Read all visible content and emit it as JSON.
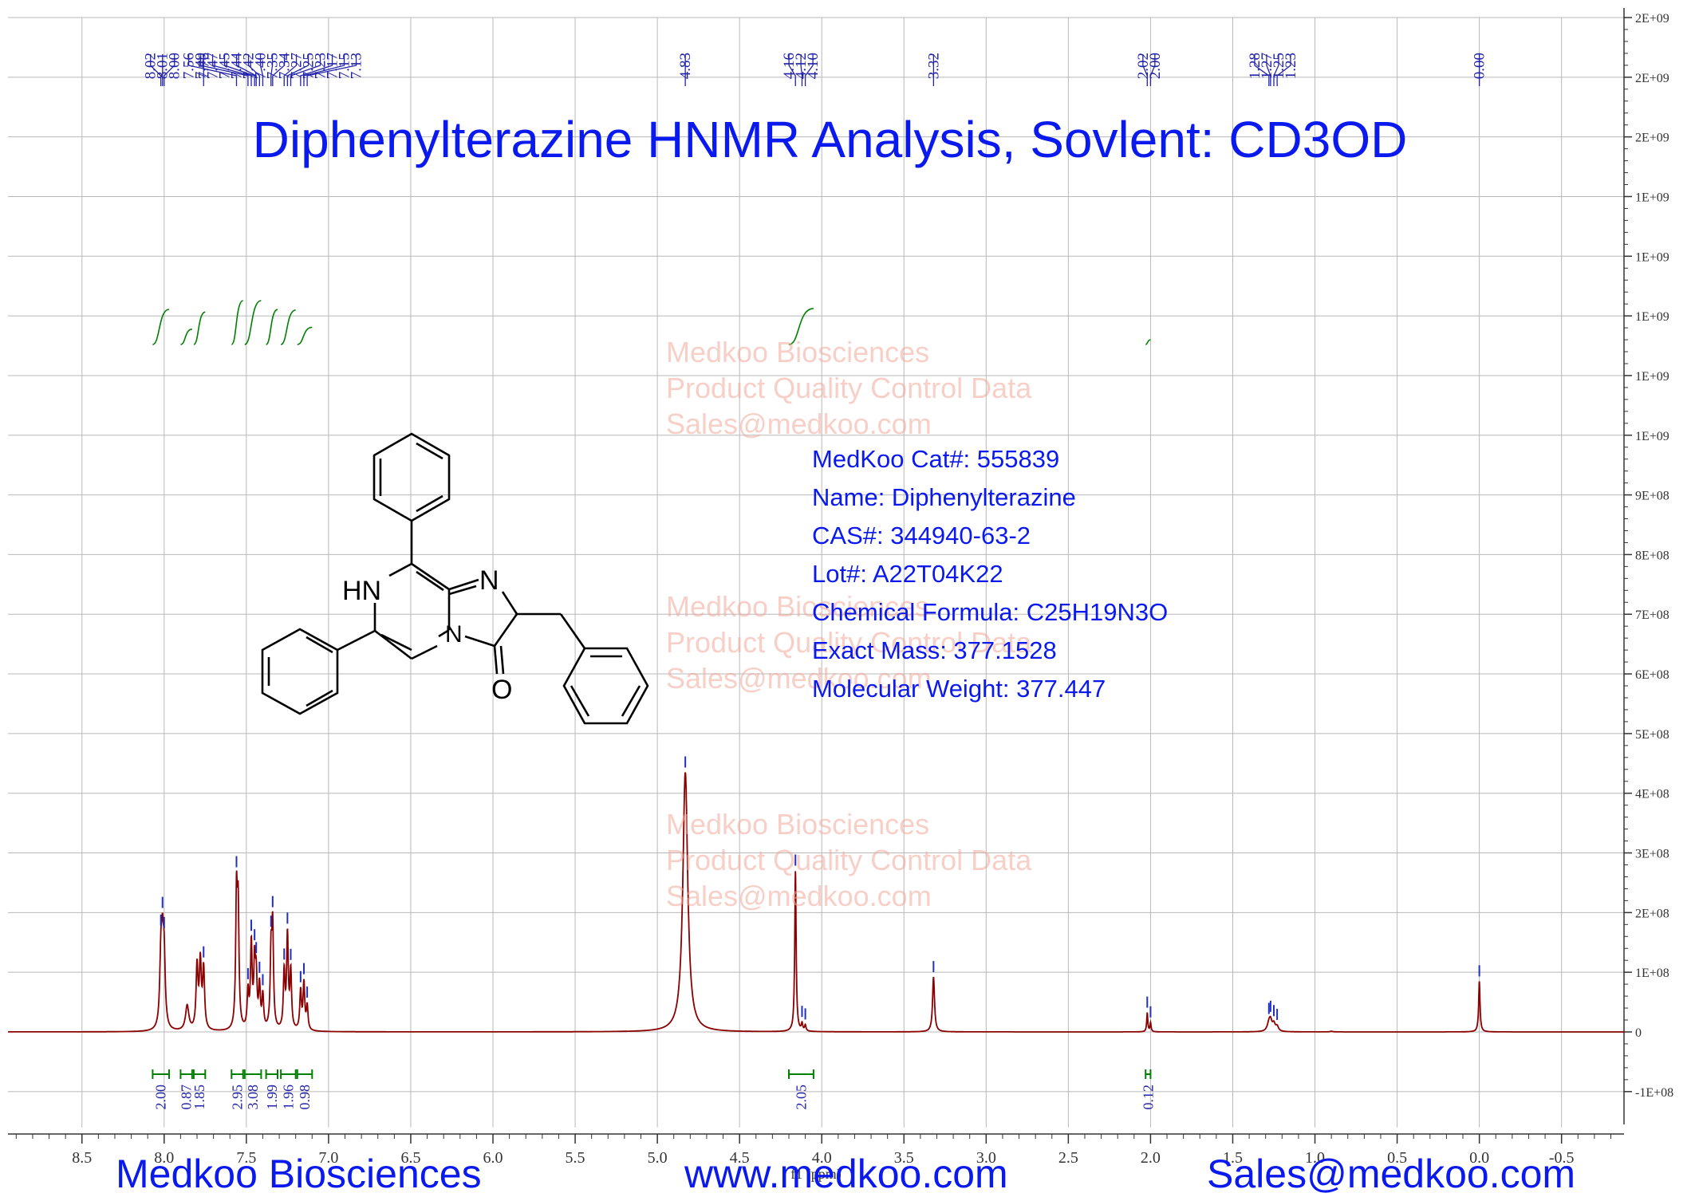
{
  "chart_data": {
    "type": "line",
    "title": "Diphenylterazine HNMR Analysis, Sovlent: CD3OD",
    "xlabel": "f1 (ppm)",
    "ylabel": "",
    "xlim": [
      8.95,
      -0.88
    ],
    "ylim": [
      -160000000.0,
      1700000000.0
    ],
    "grid": true,
    "x_ticks": [
      "8.5",
      "8.0",
      "7.5",
      "7.0",
      "6.5",
      "6.0",
      "5.5",
      "5.0",
      "4.5",
      "4.0",
      "3.5",
      "3.0",
      "2.5",
      "2.0",
      "1.5",
      "1.0",
      "0.5",
      "0.0",
      "-0.5"
    ],
    "y_ticks": [
      {
        "value": 1700000000.0,
        "label": "2E+09"
      },
      {
        "value": 1600000000.0,
        "label": "2E+09"
      },
      {
        "value": 1500000000.0,
        "label": "2E+09"
      },
      {
        "value": 1400000000.0,
        "label": "1E+09"
      },
      {
        "value": 1300000000.0,
        "label": "1E+09"
      },
      {
        "value": 1200000000.0,
        "label": "1E+09"
      },
      {
        "value": 1100000000.0,
        "label": "1E+09"
      },
      {
        "value": 1000000000.0,
        "label": "1E+09"
      },
      {
        "value": 900000000.0,
        "label": "9E+08"
      },
      {
        "value": 800000000.0,
        "label": "8E+08"
      },
      {
        "value": 700000000.0,
        "label": "7E+08"
      },
      {
        "value": 600000000.0,
        "label": "6E+08"
      },
      {
        "value": 500000000.0,
        "label": "5E+08"
      },
      {
        "value": 400000000.0,
        "label": "4E+08"
      },
      {
        "value": 300000000.0,
        "label": "3E+08"
      },
      {
        "value": 200000000.0,
        "label": "2E+08"
      },
      {
        "value": 100000000.0,
        "label": "1E+08"
      },
      {
        "value": 0,
        "label": "0"
      },
      {
        "value": -100000000.0,
        "label": "-1E+08"
      }
    ],
    "peaks": [
      {
        "x": 8.02,
        "h": 110000000.0,
        "w": 0.008
      },
      {
        "x": 8.01,
        "h": 115000000.0,
        "w": 0.008
      },
      {
        "x": 8.0,
        "h": 105000000.0,
        "w": 0.008
      },
      {
        "x": 7.86,
        "h": 42000000.0,
        "w": 0.012
      },
      {
        "x": 7.8,
        "h": 105000000.0,
        "w": 0.007
      },
      {
        "x": 7.78,
        "h": 110000000.0,
        "w": 0.007
      },
      {
        "x": 7.76,
        "h": 100000000.0,
        "w": 0.007
      },
      {
        "x": 7.56,
        "h": 215000000.0,
        "w": 0.006
      },
      {
        "x": 7.55,
        "h": 190000000.0,
        "w": 0.006
      },
      {
        "x": 7.49,
        "h": 60000000.0,
        "w": 0.006
      },
      {
        "x": 7.47,
        "h": 140000000.0,
        "w": 0.006
      },
      {
        "x": 7.45,
        "h": 105000000.0,
        "w": 0.006
      },
      {
        "x": 7.44,
        "h": 80000000.0,
        "w": 0.006
      },
      {
        "x": 7.42,
        "h": 70000000.0,
        "w": 0.006
      },
      {
        "x": 7.4,
        "h": 55000000.0,
        "w": 0.006
      },
      {
        "x": 7.35,
        "h": 120000000.0,
        "w": 0.006
      },
      {
        "x": 7.34,
        "h": 165000000.0,
        "w": 0.006
      },
      {
        "x": 7.27,
        "h": 95000000.0,
        "w": 0.006
      },
      {
        "x": 7.25,
        "h": 155000000.0,
        "w": 0.006
      },
      {
        "x": 7.23,
        "h": 95000000.0,
        "w": 0.006
      },
      {
        "x": 7.17,
        "h": 65000000.0,
        "w": 0.006
      },
      {
        "x": 7.15,
        "h": 78000000.0,
        "w": 0.006
      },
      {
        "x": 7.13,
        "h": 40000000.0,
        "w": 0.006
      },
      {
        "x": 4.83,
        "h": 435000000.0,
        "w": 0.018
      },
      {
        "x": 4.16,
        "h": 270000000.0,
        "w": 0.005
      },
      {
        "x": 4.12,
        "h": 12000000.0,
        "w": 0.005
      },
      {
        "x": 4.1,
        "h": 10000000.0,
        "w": 0.005
      },
      {
        "x": 3.32,
        "h": 92000000.0,
        "w": 0.007
      },
      {
        "x": 2.02,
        "h": 32000000.0,
        "w": 0.004
      },
      {
        "x": 2.0,
        "h": 15000000.0,
        "w": 0.004
      },
      {
        "x": 1.28,
        "h": 13000000.0,
        "w": 0.012
      },
      {
        "x": 1.27,
        "h": 15000000.0,
        "w": 0.01
      },
      {
        "x": 1.25,
        "h": 12000000.0,
        "w": 0.01
      },
      {
        "x": 1.23,
        "h": 8000000.0,
        "w": 0.01
      },
      {
        "x": 0.9,
        "h": 1000000.0,
        "w": 0.01
      },
      {
        "x": 0.0,
        "h": 85000000.0,
        "w": 0.005
      }
    ],
    "peak_labels": [
      "8.02",
      "8.01",
      "8.00",
      "7.76",
      "7.56",
      "7.49",
      "7.47",
      "7.45",
      "7.44",
      "7.42",
      "7.40",
      "7.35",
      "7.34",
      "7.27",
      "7.25",
      "7.23",
      "7.17",
      "7.15",
      "7.13",
      "4.83",
      "4.16",
      "4.12",
      "4.10",
      "3.32",
      "2.02",
      "2.00",
      "1.28",
      "1.27",
      "1.25",
      "1.23",
      "0.00"
    ],
    "peak_label_positions": [
      8.02,
      8.01,
      8.0,
      7.76,
      7.56,
      7.49,
      7.47,
      7.45,
      7.44,
      7.42,
      7.4,
      7.35,
      7.34,
      7.27,
      7.25,
      7.23,
      7.17,
      7.15,
      7.13,
      4.83,
      4.16,
      4.12,
      4.1,
      3.32,
      2.02,
      2.0,
      1.28,
      1.27,
      1.25,
      1.23,
      0.0
    ],
    "integrals": [
      {
        "from": 8.07,
        "to": 7.97,
        "value": "2.00"
      },
      {
        "from": 7.9,
        "to": 7.83,
        "value": "0.87"
      },
      {
        "from": 7.82,
        "to": 7.75,
        "value": "1.85"
      },
      {
        "from": 7.59,
        "to": 7.52,
        "value": "2.95"
      },
      {
        "from": 7.51,
        "to": 7.41,
        "value": "3.08"
      },
      {
        "from": 7.38,
        "to": 7.31,
        "value": "1.99"
      },
      {
        "from": 7.29,
        "to": 7.2,
        "value": "1.96"
      },
      {
        "from": 7.19,
        "to": 7.1,
        "value": "0.98"
      },
      {
        "from": 4.2,
        "to": 4.05,
        "value": "2.05"
      },
      {
        "from": 2.03,
        "to": 2.0,
        "value": "0.12"
      }
    ],
    "colors": {
      "spectrum": "#8b0000",
      "integral": "#008000",
      "labels": "#2222aa",
      "grid": "#b8b8b8"
    }
  },
  "compound": {
    "info": [
      "MedKoo Cat#: 555839",
      "Name: Diphenylterazine",
      "CAS#: 344940-63-2",
      "Lot#: A22T04K22",
      "Chemical Formula: C25H19N3O",
      "Exact Mass: 377.1528",
      "Molecular Weight: 377.447"
    ],
    "atoms": {
      "nh": "HN",
      "n_imine": "N",
      "n_bridge": "N",
      "oxygen": "O"
    }
  },
  "watermark": [
    "Medkoo Biosciences",
    "Product Quality Control Data",
    "Sales@medkoo.com"
  ],
  "footer": {
    "left": "Medkoo Biosciences",
    "center": "www.medkoo.com",
    "right": "Sales@medkoo.com"
  }
}
